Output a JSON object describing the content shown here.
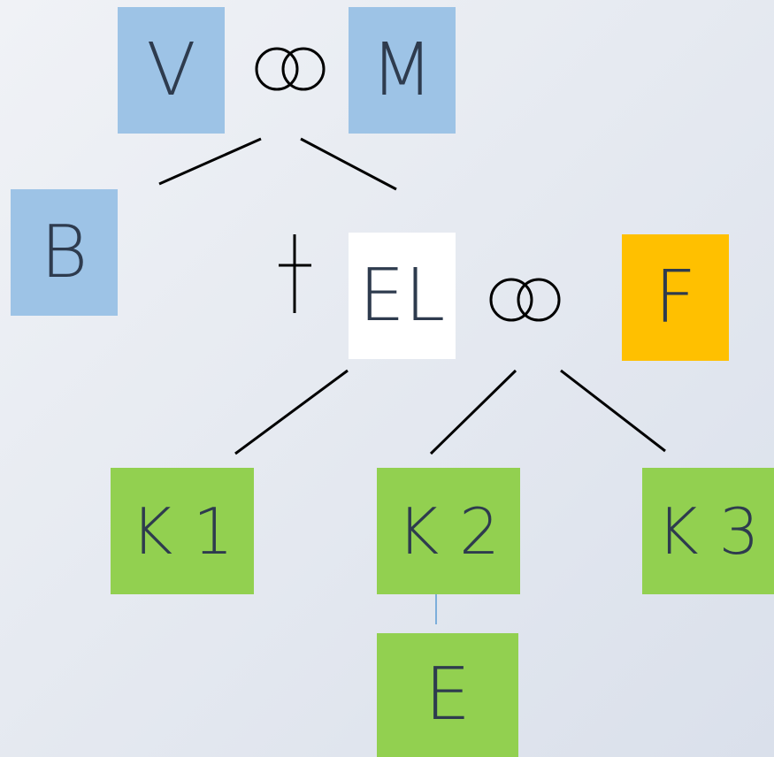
{
  "nodes": {
    "v": "V",
    "m": "M",
    "b": "B",
    "el": "EL",
    "f": "F",
    "k1": "K 1",
    "k2": "K 2",
    "k3": "K 3",
    "e": "E"
  },
  "colors": {
    "blue": "#9dc3e6",
    "green": "#92d050",
    "orange": "#ffc000",
    "white": "#ffffff",
    "text": "#2e3b4e",
    "line": "#000000",
    "connector": "#5b9bd5"
  }
}
